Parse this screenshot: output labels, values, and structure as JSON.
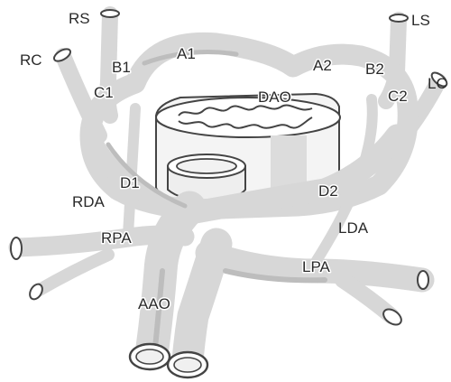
{
  "labels": {
    "rs": "RS",
    "ls": "LS",
    "rc": "RC",
    "lc": "LC",
    "b1": "B1",
    "b2": "B2",
    "c1": "C1",
    "c2": "C2",
    "a1": "A1",
    "a2": "A2",
    "dao": "DAO",
    "d1": "D1",
    "d2": "D2",
    "rda": "RDA",
    "lda": "LDA",
    "rpa": "RPA",
    "lpa": "LPA",
    "aao": "AAO"
  },
  "colors": {
    "vessel_fill": "#d7d7d7",
    "vessel_outline": "#444444",
    "vessel_shade": "#bdbdbd",
    "trachea_fill": "#f2f2f2",
    "background": "#ffffff"
  }
}
